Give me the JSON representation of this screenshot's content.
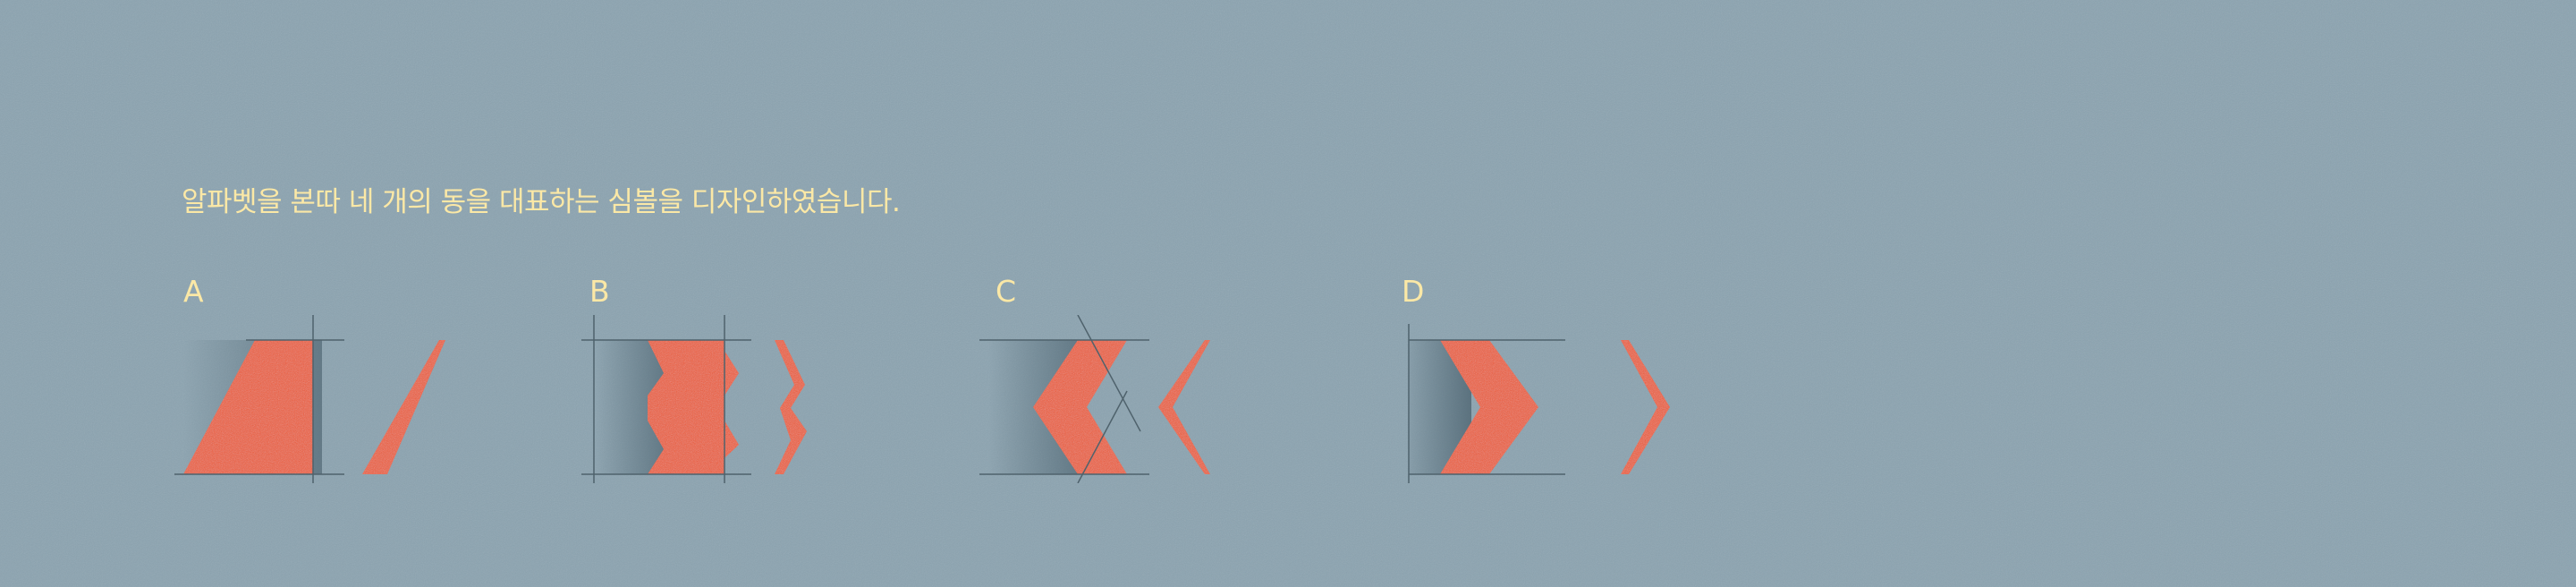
{
  "intro_text": "알파벳을 본따 네 개의 동을 대표하는 심볼을 디자인하였습니다.",
  "symbols": [
    {
      "label": "A"
    },
    {
      "label": "B"
    },
    {
      "label": "C"
    },
    {
      "label": "D"
    }
  ],
  "colors": {
    "background": "#8ba3b0",
    "text": "#fbe8a6",
    "symbol": "#ef5a32",
    "guide_line": "#4f626c"
  }
}
